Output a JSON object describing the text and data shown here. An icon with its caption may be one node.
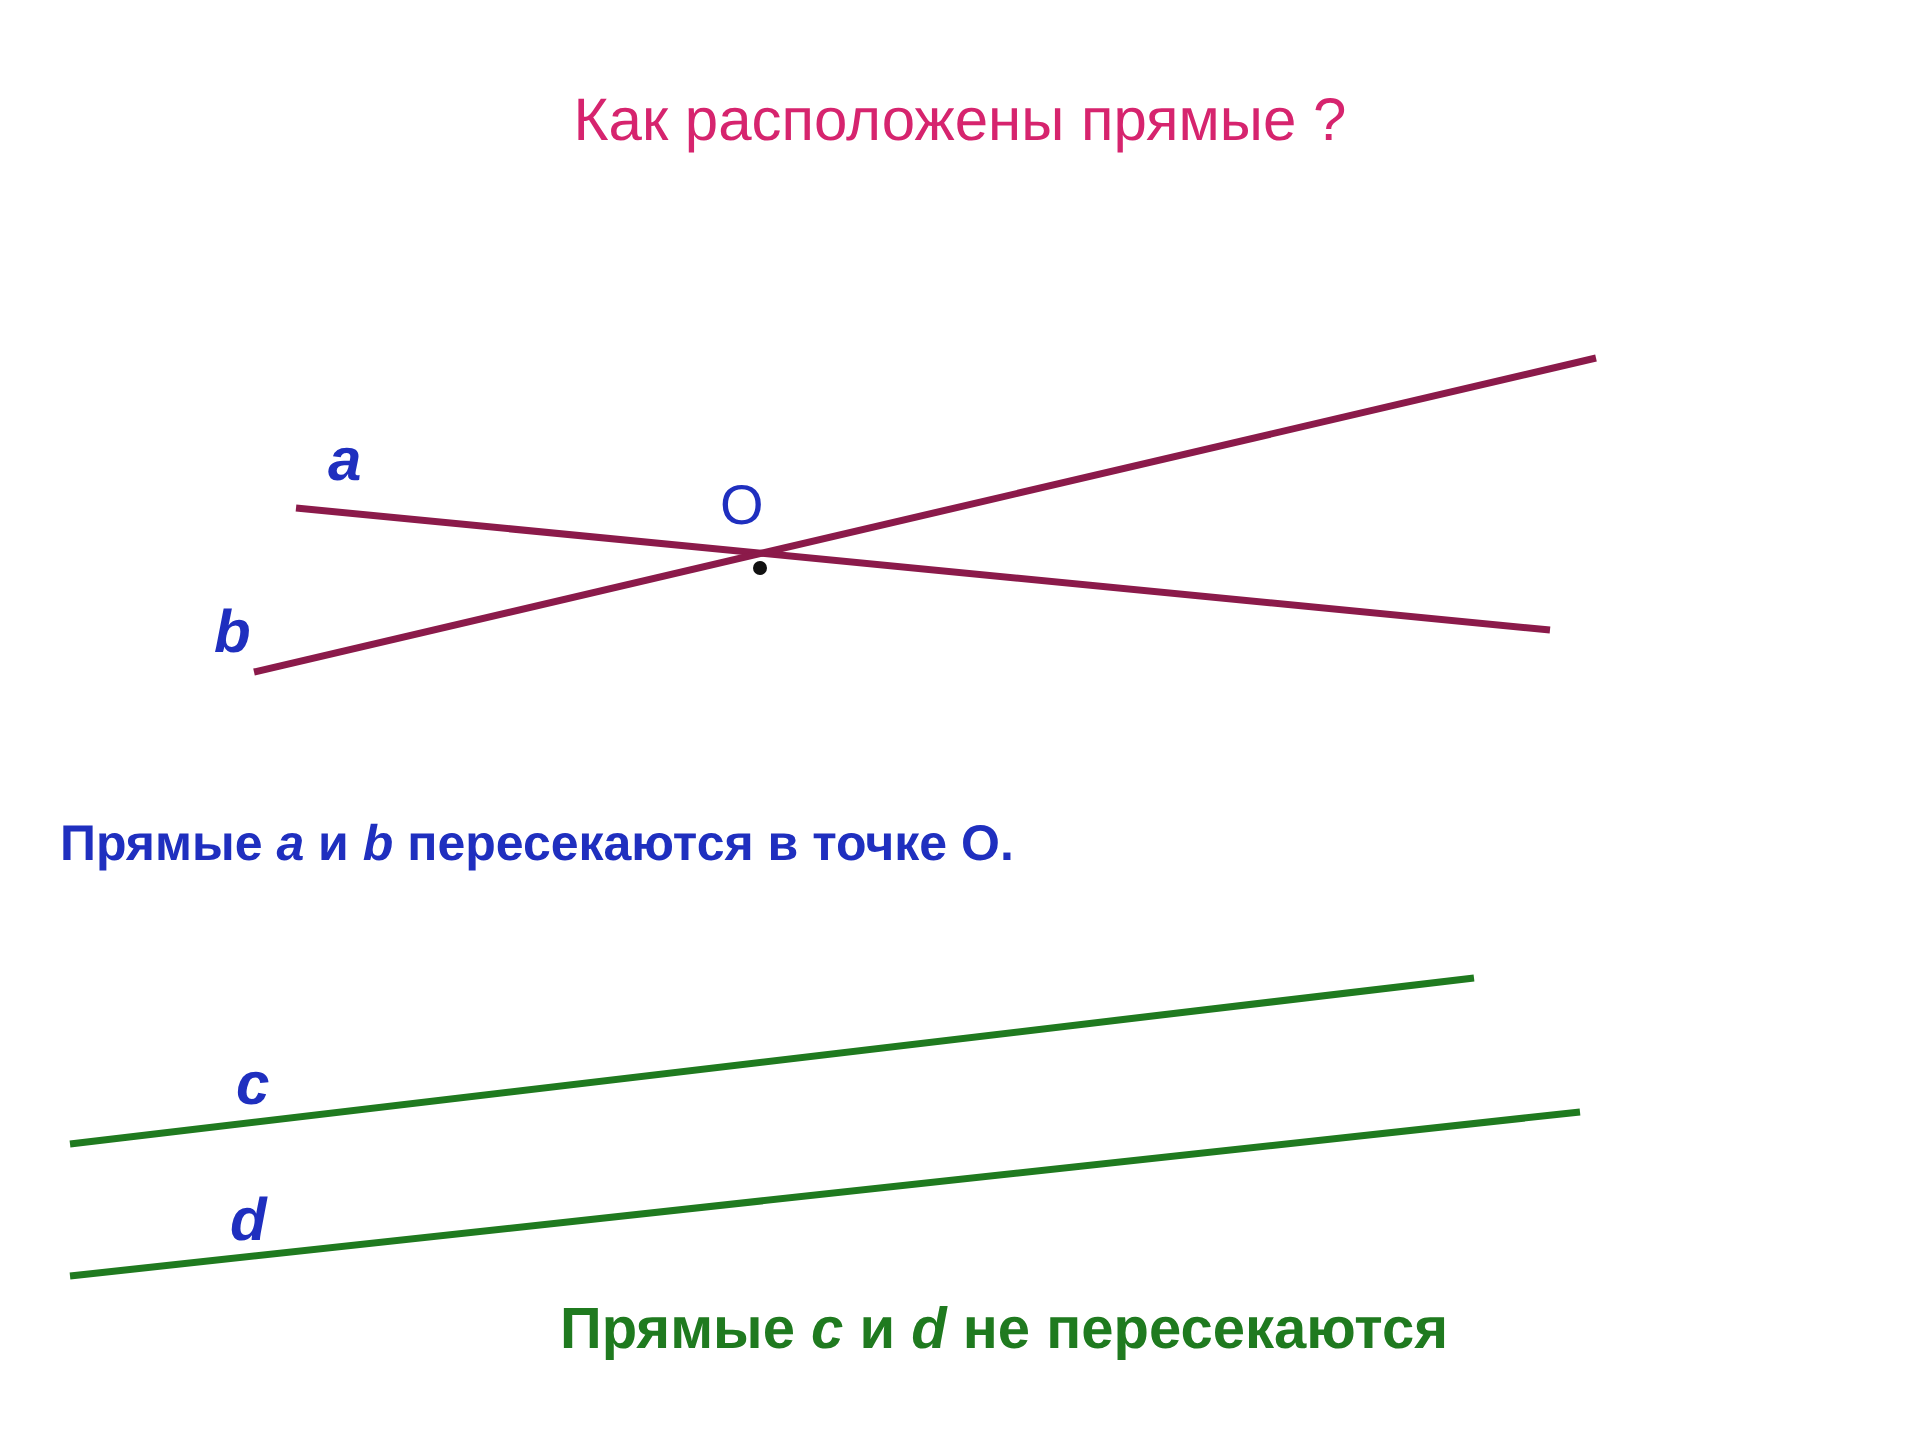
{
  "diagram": {
    "title": "Как расположены прямые ?",
    "labels": [
      "a",
      "O",
      "b",
      "Прямые *a* и *b* пересекаются в точке  О.",
      "c",
      "d",
      "Прямые *c* и *d* не пересекаются"
    ]
  }
}
